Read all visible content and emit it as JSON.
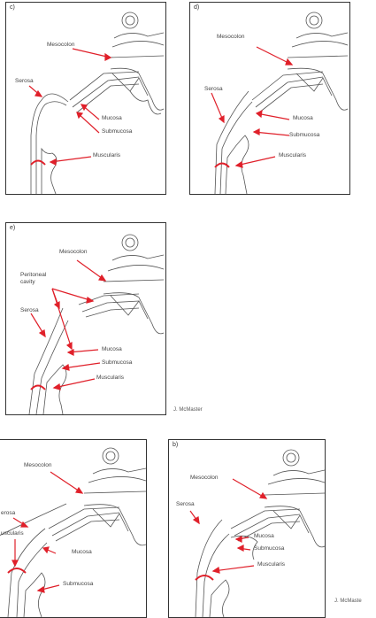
{
  "panels": {
    "c": {
      "letter": "c)",
      "labels": {
        "mesocolon": "Mesocolon",
        "serosa": "Serosa",
        "mucosa": "Mucosa",
        "submucosa": "Submucosa",
        "muscularis": "Muscularis"
      }
    },
    "d": {
      "letter": "d)",
      "labels": {
        "mesocolon": "Mesocolon",
        "serosa": "Serosa",
        "mucosa": "Mucosa",
        "submucosa": "Submucosa",
        "muscularis": "Muscularis"
      }
    },
    "e": {
      "letter": "e)",
      "labels": {
        "mesocolon": "Mesocolon",
        "peritoneal1": "Peritoneal",
        "peritoneal2": "cavity",
        "serosa": "Serosa",
        "mucosa": "Mucosa",
        "submucosa": "Submucosa",
        "muscularis": "Muscularis"
      }
    },
    "a": {
      "letter": "",
      "labels": {
        "mesocolon": "Mesocolon",
        "serosa": "erosa",
        "muscularis": "uscularis",
        "mucosa": "Mucosa",
        "submucosa": "Submucosa"
      }
    },
    "b": {
      "letter": "b)",
      "labels": {
        "mesocolon": "Mesocolon",
        "serosa": "Serosa",
        "mucosa": "Mucosa",
        "submucosa": "Submucosa",
        "muscularis": "Muscularis"
      }
    }
  },
  "credits": {
    "mid": "J. McMaster",
    "bottom": "J. McMaste"
  },
  "colors": {
    "arrow": "#e0202a",
    "line": "#444444",
    "frame": "#333333"
  }
}
